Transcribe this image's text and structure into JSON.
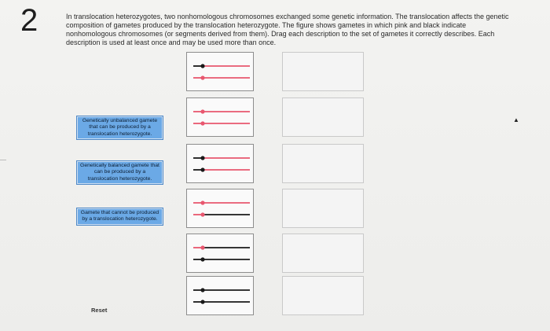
{
  "question": {
    "number": "2",
    "prompt": "In translocation heterozygotes, two nonhomologous chromosomes exchanged some genetic information. The translocation affects the genetic composition of gametes produced by the translocation heterozygote. The figure shows gametes in which pink and black indicate nonhomologous chromosomes (or segments derived from them). Drag each description to the set of gametes it correctly describes. Each description is used at least once and may be used more than once."
  },
  "draggables": [
    {
      "label": "Genetically unbalanced gamete that can be produced by a translocation heterozygote."
    },
    {
      "label": "Genetically balanced gamete that can be produced by a translocation heterozygote."
    },
    {
      "label": "Gamete that cannot be produced by a translocation heterozygote."
    }
  ],
  "reset_label": "Reset",
  "gametes": [
    {
      "top": "black-pink",
      "bottom": "pink-pink"
    },
    {
      "top": "pink-pink",
      "bottom": "pink-pink"
    },
    {
      "top": "black-pink",
      "bottom": "black-pink"
    },
    {
      "top": "pink-pink",
      "bottom": "pink-black"
    },
    {
      "top": "pink-black",
      "bottom": "black-black"
    },
    {
      "top": "black-black",
      "bottom": "black-black"
    }
  ],
  "colors": {
    "pink": "#e8576f",
    "black": "#1a1a1a",
    "draggable_fill": "#6ba9e6"
  }
}
